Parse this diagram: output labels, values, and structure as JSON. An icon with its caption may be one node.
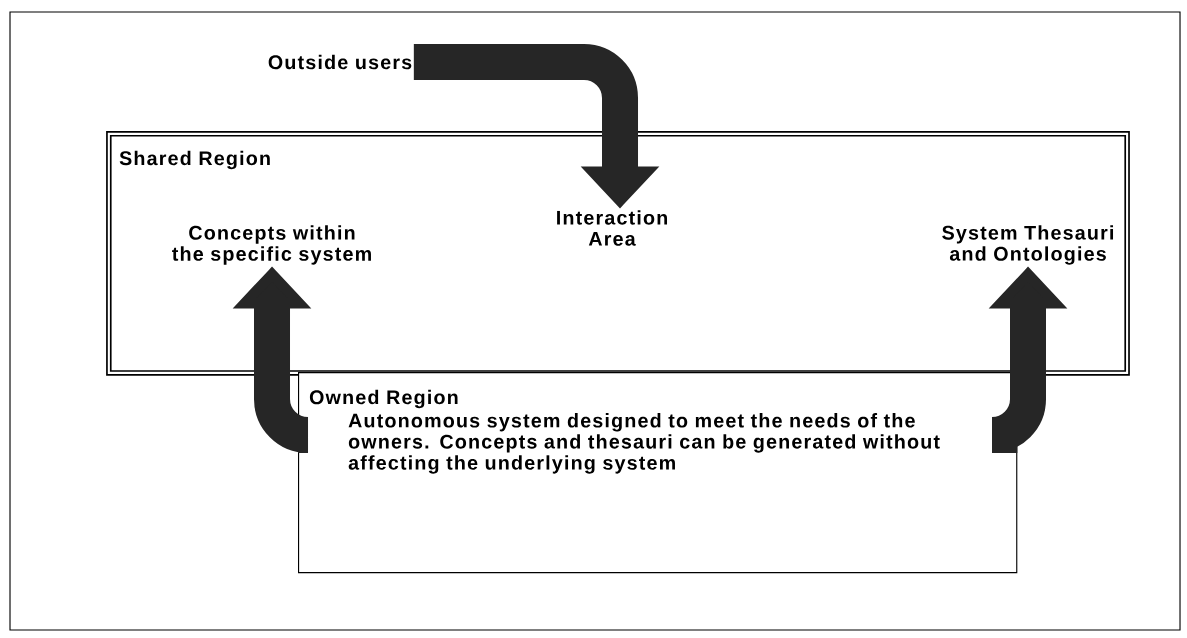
{
  "diagram": {
    "nodes": [
      {
        "text": [
          "Outside users"
        ]
      },
      {
        "text": [
          "Shared Region"
        ]
      },
      {
        "text": [
          "Concepts within the specific system"
        ],
        "in": 1
      },
      {
        "text": [
          "Interaction Area"
        ],
        "in": 1
      },
      {
        "text": [
          "System Thesauri and Ontologies"
        ],
        "in": 1
      },
      {
        "text": [
          "Owned Region",
          "Autonomous system designed to meet the needs of the owners. Concepts and thesauri can be generated without affecting the underlying system"
        ]
      }
    ],
    "edges": [
      {
        "from": 0,
        "to": 3,
        "arrow": "to"
      },
      {
        "from": 5,
        "to": 2,
        "arrow": "to"
      },
      {
        "from": 5,
        "to": 4,
        "arrow": "to"
      }
    ]
  }
}
